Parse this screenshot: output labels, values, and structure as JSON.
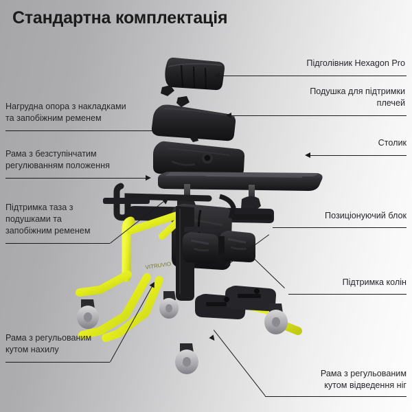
{
  "page": {
    "title": "Стандартна комплектація",
    "background_from": "#a6a6a8",
    "background_to": "#fdfdfd",
    "line_color": "#1a1a1a",
    "text_color": "#26262a",
    "frame_color": "#e8f030",
    "padding_color": "#1c1c1e"
  },
  "product": {
    "name": "stander-standing-frame",
    "brand_text": "VITRUVIO"
  },
  "callouts": {
    "headrest": {
      "line1": "Підголівник Hexagon Pro",
      "line2": ""
    },
    "shoulder_pad": {
      "line1": "Подушка для підтримки",
      "line2": "плечей"
    },
    "tray": {
      "line1": "Столик",
      "line2": ""
    },
    "positioning_block": {
      "line1": "Позиціонуючий блок",
      "line2": ""
    },
    "knee_support": {
      "line1": "Підтримка колін",
      "line2": ""
    },
    "abduction_frame": {
      "line1": "Рама з регульованим",
      "line2": "кутом відведення ніг"
    },
    "chest_support": {
      "line1": "Нагрудна опора з накладками",
      "line2": "та запобіжним ременем"
    },
    "stepless_frame": {
      "line1": "Рама з безступінчатим",
      "line2": "регулюванням положення"
    },
    "pelvic_support": {
      "line1": "Підтримка таза з",
      "line2": "подушками та",
      "line3": "запобіжним ременем"
    },
    "tilt_frame": {
      "line1": "Рама з регульованим",
      "line2": "кутом нахилу"
    }
  }
}
